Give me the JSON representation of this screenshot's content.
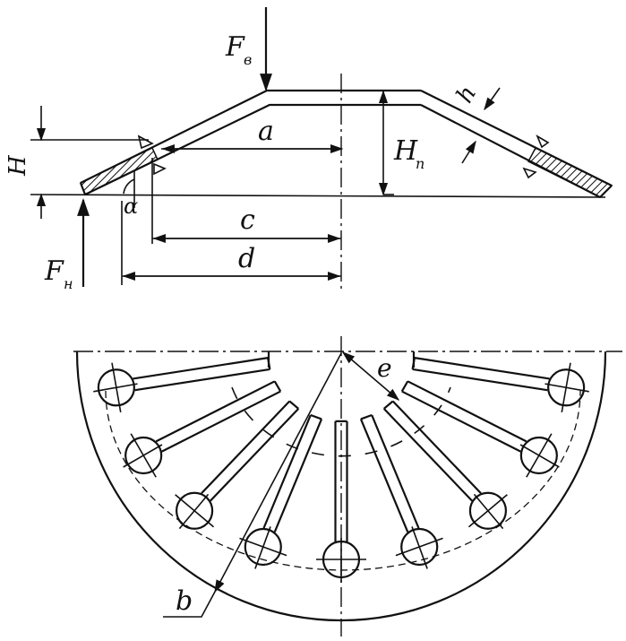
{
  "labels": {
    "force_top": {
      "main": "F",
      "sub": "в"
    },
    "force_bottom": {
      "main": "F",
      "sub": "н"
    },
    "height": "H",
    "height_n": {
      "main": "H",
      "sub": "п"
    },
    "thickness": "h",
    "angle": "α",
    "dim_a": "a",
    "dim_c": "c",
    "dim_d": "d",
    "dim_b": "b",
    "dim_e": "e"
  },
  "colors": {
    "ink": "#111111",
    "paper": "#ffffff"
  },
  "spring_fingers": {
    "count": 9,
    "slots": 10
  }
}
